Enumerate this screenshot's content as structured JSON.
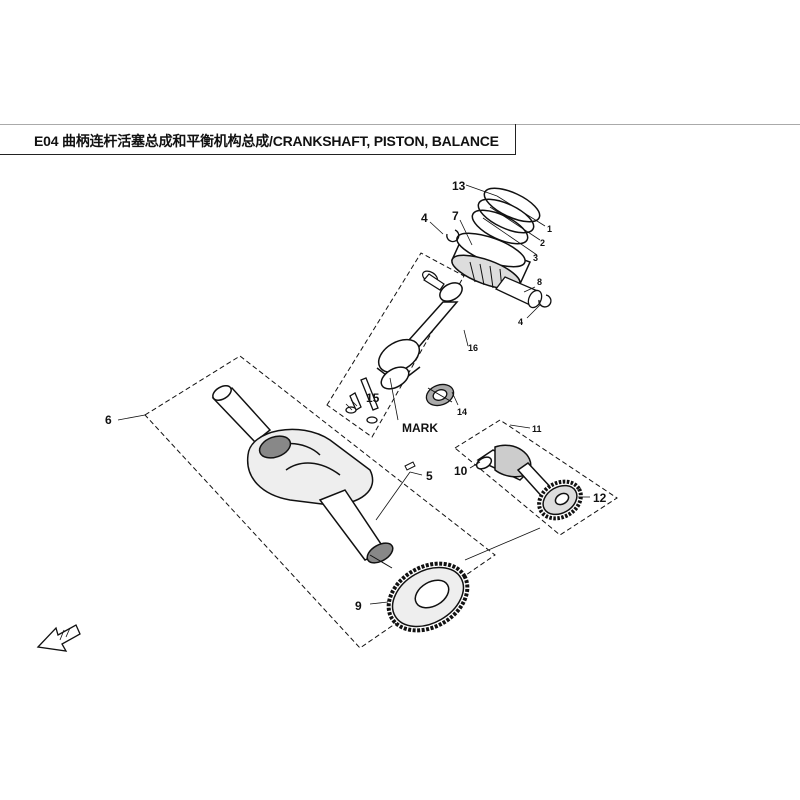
{
  "header": {
    "title": "E04 曲柄连杆活塞总成和平衡机构总成/CRANKSHAFT, PISTON, BALANCE"
  },
  "callouts": {
    "c1": "1",
    "c2": "2",
    "c3": "3",
    "c4a": "4",
    "c4b": "4",
    "c5": "5",
    "c6": "6",
    "c7": "7",
    "c8": "8",
    "c9": "9",
    "c10": "10",
    "c11": "11",
    "c12": "12",
    "c13": "13",
    "c14": "14",
    "c15": "15",
    "c16": "16"
  },
  "mark_label": "MARK",
  "colors": {
    "line": "#111111",
    "accent": "#222222"
  }
}
